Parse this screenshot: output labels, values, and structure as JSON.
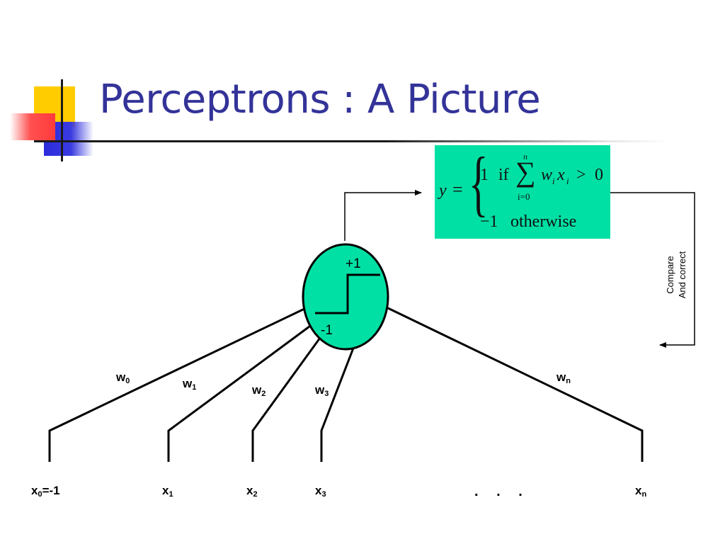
{
  "title": "Perceptrons : A Picture",
  "formula": {
    "lhs": "y",
    "eq": "=",
    "case1_value": "1",
    "case1_if": "if",
    "sum_symbol": "∑",
    "sum_upper": "n",
    "sum_lower": "i=0",
    "weight_symbol": "w",
    "weight_index": "i",
    "input_symbol": "x",
    "input_index": "i",
    "comparison": ">",
    "threshold": "0",
    "case2_value": "−1",
    "case2_text": "otherwise"
  },
  "neuron": {
    "upper_level": "+1",
    "lower_level": "-1"
  },
  "weights": [
    {
      "base": "w",
      "sub": "0"
    },
    {
      "base": "w",
      "sub": "1"
    },
    {
      "base": "w",
      "sub": "2"
    },
    {
      "base": "w",
      "sub": "3"
    },
    {
      "base": "w",
      "sub": "n"
    }
  ],
  "inputs": [
    {
      "base": "x",
      "sub": "0",
      "suffix": "=-1"
    },
    {
      "base": "x",
      "sub": "1",
      "suffix": ""
    },
    {
      "base": "x",
      "sub": "2",
      "suffix": ""
    },
    {
      "base": "x",
      "sub": "3",
      "suffix": ""
    },
    {
      "base": "x",
      "sub": "n",
      "suffix": ""
    }
  ],
  "ellipsis": ". . .",
  "feedback": {
    "line1": "Compare",
    "line2": "And correct"
  },
  "colors": {
    "title": "#333399",
    "formula_bg": "#00e0a4",
    "neuron_fill": "#00e0a4",
    "stroke": "#000000"
  }
}
